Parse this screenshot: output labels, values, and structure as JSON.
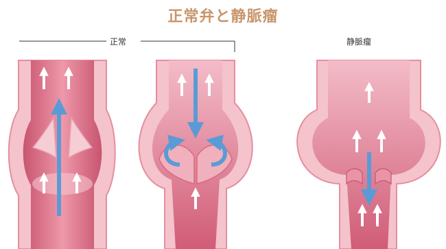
{
  "title": "正常弁と静脈瘤",
  "labels": {
    "normal": "正常",
    "varicose": "静脈瘤"
  },
  "colors": {
    "title": "#c9956b",
    "vein_wall": "#f4c3cc",
    "vein_wall_edge": "#e58e9f",
    "lumen": "#d9697f",
    "lumen_light": "#f0b0bd",
    "flow_arrow": "#5b9bd5",
    "small_arrow": "#ffffff"
  },
  "icons": {
    "flow": "blue-flow-arrow",
    "blood": "white-up-arrow"
  }
}
